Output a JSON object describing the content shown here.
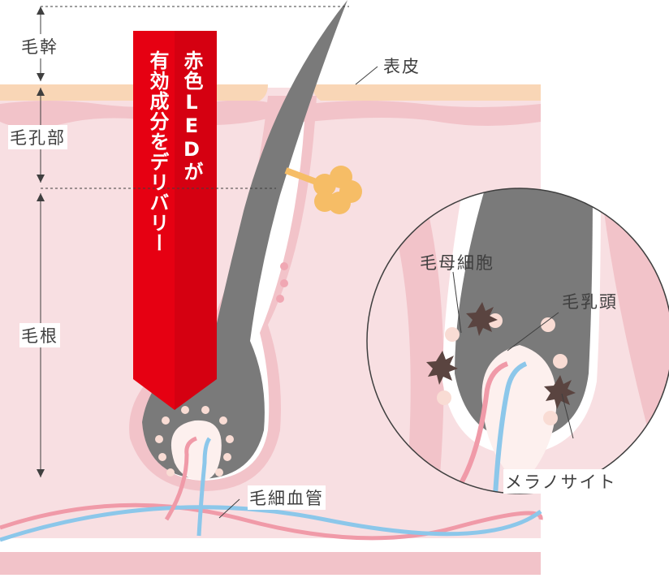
{
  "labels": {
    "hair_shaft": "毛幹",
    "pore": "毛孔部",
    "hair_root": "毛根",
    "epidermis": "表皮",
    "capillary": "毛細血管",
    "hair_matrix_cells": "毛母細胞",
    "dermal_papilla": "毛乳頭",
    "melanocyte": "メラノサイト"
  },
  "banner": {
    "line1": "赤色LEDが",
    "line2": "有効成分をデリバリー"
  },
  "colors": {
    "banner_red": "#e60012",
    "banner_dark": "#8a0a12",
    "hair_gray": "#7a7a7a",
    "skin_pink": "#f8dfe2",
    "skin_mid": "#f2c3c9",
    "epidermis_peach": "#f9d6b6",
    "artery_pink": "#f09aa8",
    "vein_blue": "#8cc7ea",
    "sebaceous_yellow": "#f6bd66",
    "melanocyte_brown": "#5a4440"
  }
}
